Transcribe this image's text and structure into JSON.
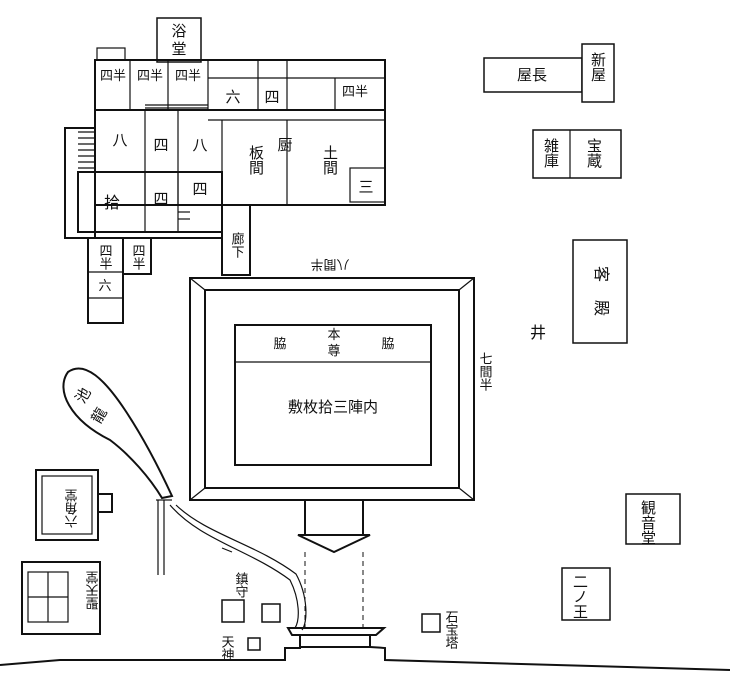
{
  "rooms": {
    "yokudo": "浴堂",
    "yonhan_1": "四半",
    "yonhan_2": "四半",
    "yonhan_3": "四半",
    "roku_1": "六",
    "yon_1": "四",
    "yonhan_4": "四半",
    "hachi_1": "八",
    "yon_2": "四",
    "hachi_2": "八",
    "itama": "板間",
    "kuri": "厨",
    "doma": "土間",
    "san": "三",
    "ju": "拾",
    "yon_3": "四",
    "yon_4": "四",
    "roka": "廊下",
    "yonhan_5": "四半",
    "yonhan_6": "四半",
    "roku_2": "六"
  },
  "outbuildings": {
    "nagaya": "長屋",
    "shin_ya": "新屋",
    "zoko": "雑庫",
    "hozo": "宝蔵",
    "kyakuden": "客殿",
    "kannondo": "観音堂",
    "ninomon": "二ノ王",
    "ishi_hoto": "石宝塔",
    "chinju": "鎮守",
    "tenjin": "天神",
    "rokkakudo": "六角堂",
    "shotendo": "聖天堂",
    "pond": "池"
  },
  "main_hall": {
    "honzon": "本尊",
    "waki_left": "脇",
    "waki_right": "脇",
    "naijin": "内陣三拾枚敷",
    "dim_top": "八間半",
    "dim_right": "七間半"
  },
  "well_mark": "井"
}
